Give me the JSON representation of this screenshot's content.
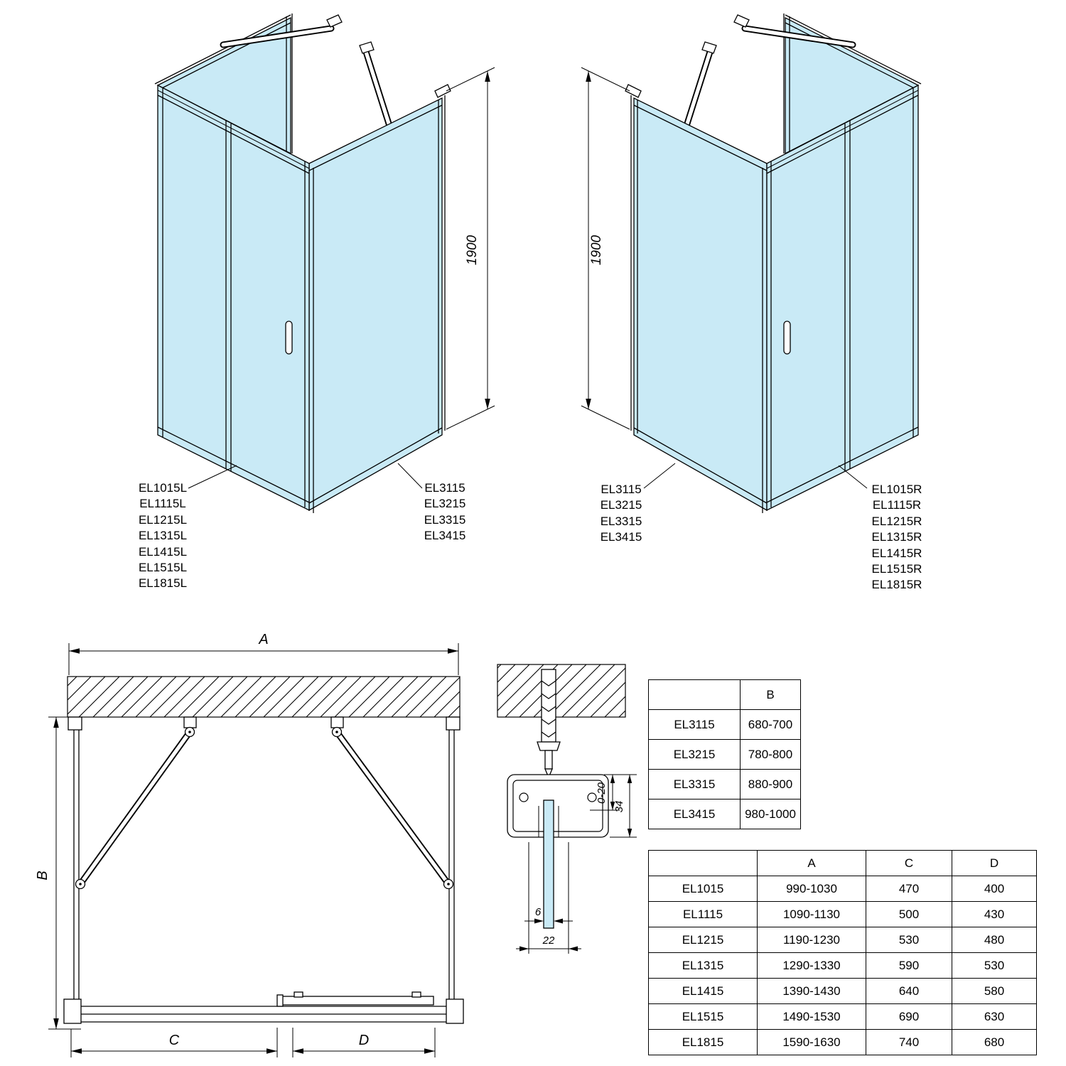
{
  "colors": {
    "glass": "#c9eaf6",
    "line": "#000000",
    "background": "#ffffff"
  },
  "iso_left_view": {
    "height_dim": "1900",
    "door_labels": [
      "EL1015L",
      "EL1115L",
      "EL1215L",
      "EL1315L",
      "EL1415L",
      "EL1515L",
      "EL1815L"
    ],
    "panel_labels": [
      "EL3115",
      "EL3215",
      "EL3315",
      "EL3415"
    ]
  },
  "iso_right_view": {
    "height_dim": "1900",
    "panel_labels": [
      "EL3115",
      "EL3215",
      "EL3315",
      "EL3415"
    ],
    "door_labels": [
      "EL1015R",
      "EL1115R",
      "EL1215R",
      "EL1315R",
      "EL1415R",
      "EL1515R",
      "EL1815R"
    ]
  },
  "plan_view": {
    "dim_a": "A",
    "dim_b": "B",
    "dim_c": "C",
    "dim_d": "D"
  },
  "detail_view": {
    "dim_adjust": "0-20",
    "dim_profile_height": "34",
    "dim_glass_thickness": "6",
    "dim_profile_width": "22"
  },
  "table_b": {
    "headers": [
      "",
      "B"
    ],
    "rows": [
      [
        "EL3115",
        "680-700"
      ],
      [
        "EL3215",
        "780-800"
      ],
      [
        "EL3315",
        "880-900"
      ],
      [
        "EL3415",
        "980-1000"
      ]
    ]
  },
  "table_acd": {
    "headers": [
      "",
      "A",
      "C",
      "D"
    ],
    "rows": [
      [
        "EL1015",
        "990-1030",
        "470",
        "400"
      ],
      [
        "EL1115",
        "1090-1130",
        "500",
        "430"
      ],
      [
        "EL1215",
        "1190-1230",
        "530",
        "480"
      ],
      [
        "EL1315",
        "1290-1330",
        "590",
        "530"
      ],
      [
        "EL1415",
        "1390-1430",
        "640",
        "580"
      ],
      [
        "EL1515",
        "1490-1530",
        "690",
        "630"
      ],
      [
        "EL1815",
        "1590-1630",
        "740",
        "680"
      ]
    ]
  }
}
